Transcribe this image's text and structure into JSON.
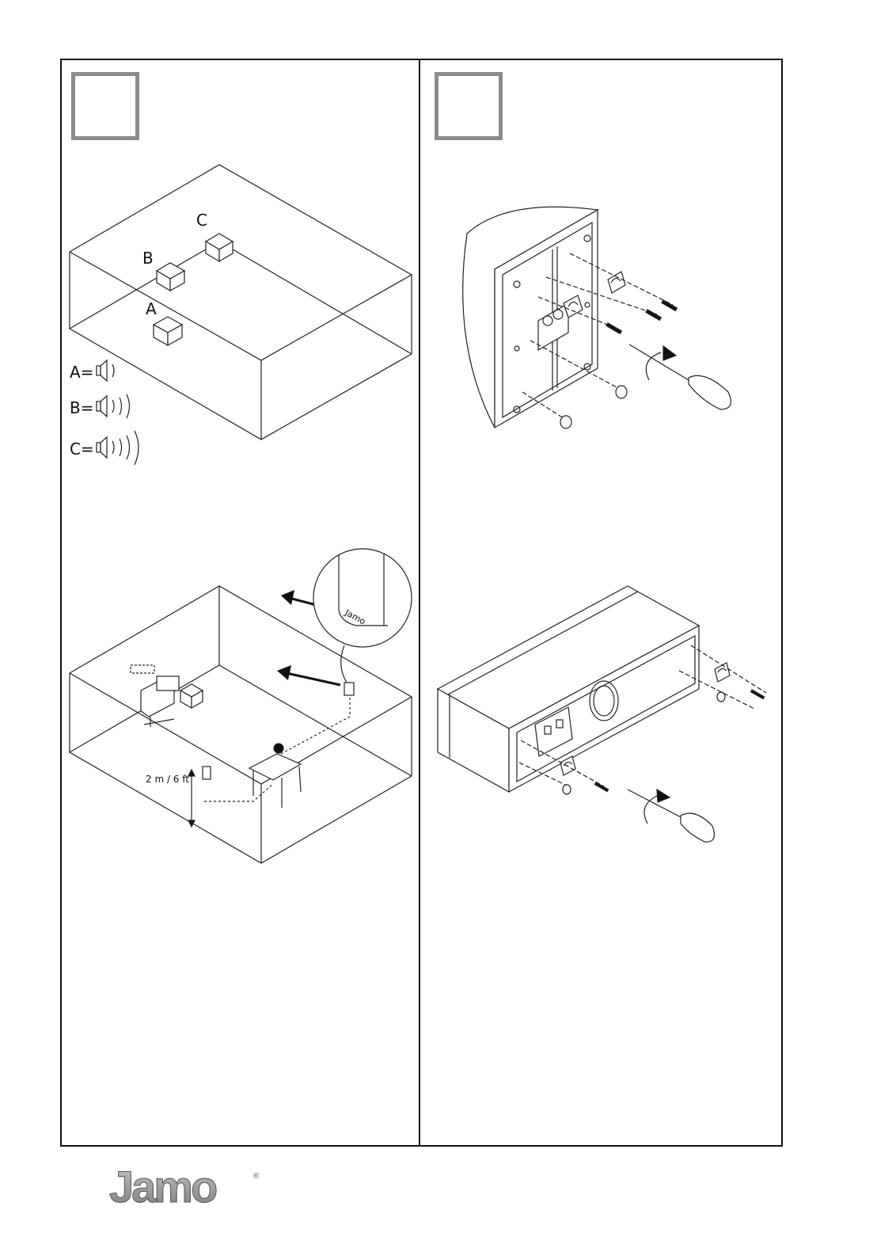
{
  "panels": {
    "left": {
      "room_diagram": {
        "positions": [
          "A",
          "B",
          "C"
        ],
        "legend": [
          {
            "label": "A=",
            "waves": 1
          },
          {
            "label": "B=",
            "waves": 3
          },
          {
            "label": "C=",
            "waves": 4
          }
        ]
      },
      "placement_diagram": {
        "height_label": "2 m / 6 ft",
        "speaker_logo_text": "Jamo"
      }
    },
    "right": {
      "wall_mount_diagram": {},
      "center_mount_diagram": {}
    }
  },
  "footer": {
    "brand_logo_text": "Jamo",
    "registered_mark": "®"
  },
  "colors": {
    "frame": "#111111",
    "step_box": "#8c8c8c",
    "logo_grey": "#9a9a9a"
  }
}
